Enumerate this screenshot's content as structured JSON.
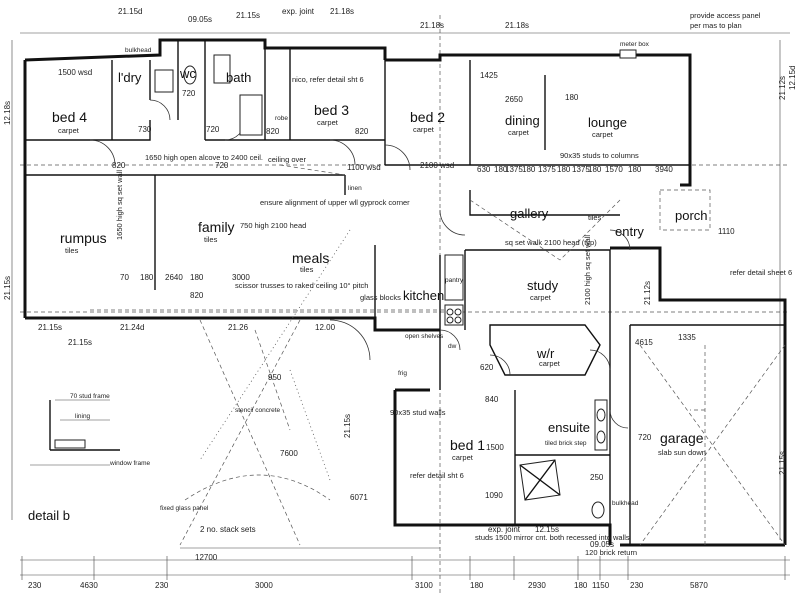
{
  "rooms": {
    "bed4": {
      "name": "bed 4",
      "finish": "carpet"
    },
    "ldry": {
      "name": "l'dry"
    },
    "wc": {
      "name": "wc"
    },
    "bath": {
      "name": "bath"
    },
    "bed3": {
      "name": "bed 3",
      "finish": "carpet"
    },
    "bed2": {
      "name": "bed 2",
      "finish": "carpet"
    },
    "dining": {
      "name": "dining",
      "finish": "carpet"
    },
    "lounge": {
      "name": "lounge",
      "finish": "carpet"
    },
    "rumpus": {
      "name": "rumpus",
      "finish": "tiles"
    },
    "family": {
      "name": "family",
      "finish": "tiles"
    },
    "meals": {
      "name": "meals",
      "finish": "tiles"
    },
    "gallery": {
      "name": "gallery",
      "finish": "tiles"
    },
    "entry": {
      "name": "entry"
    },
    "porch": {
      "name": "porch"
    },
    "kitchen": {
      "name": "kitchen"
    },
    "study": {
      "name": "study",
      "finish": "carpet"
    },
    "wir": {
      "name": "w/r",
      "finish": "carpet"
    },
    "bed1": {
      "name": "bed 1",
      "finish": "carpet"
    },
    "ensuite": {
      "name": "ensuite"
    },
    "garage": {
      "name": "garage",
      "finish": "slab sun down"
    }
  },
  "labels": {
    "detail_b": "detail b",
    "meter_box": "meter box",
    "window_frame": "window frame",
    "stencil_concrete": "stencil concrete",
    "fixed_glass_panel": "fixed glass panel",
    "robe": "robe",
    "linen": "linen",
    "bulkhead": "bulkhead",
    "open_shelves": "open shelves",
    "dw": "dw",
    "frig": "frig",
    "pantry": "pantry",
    "frame_label": "70 stud frame",
    "lining": "lining",
    "bulkhead_ens": "bulkhead",
    "tiled_step": "tiled brick step"
  },
  "notes": {
    "open_alcove": "1650 high open alcove to 2400 ceil.",
    "ceiling_over": "ceiling over",
    "ensure_alignment": "ensure alignment of upper wll gyprock corner",
    "fireplace_high": "1650 high sq set wall",
    "high_2100": "750 high 2100 head",
    "scissor_trusses": "scissor trusses to raked ceiling 10° pitch",
    "studs_columns": "90x35 studs to columns",
    "sq_set_walk": "sq set walk 2100 head (typ)",
    "refer_detail": "refer detail sheet 6",
    "sq_set_wall": "2100 high sq set wall",
    "studs_bfe": "studs 1500 mirror cnt. both recessed into walls",
    "brick_return": "120 brick return",
    "refer_detail_6": "refer detail sht 6",
    "provide_note": "provide access panel",
    "top_right": "per mas to plan",
    "bath_note": "nico, refer detail sht 6",
    "glass_note": "glass blocks",
    "stud_walls": "90x35 stud walls"
  },
  "dims_top": [
    "21.15d",
    "09.05s",
    "21.15s",
    "exp. joint",
    "21.18s",
    "21.18s",
    "21.18s"
  ],
  "dims_bottom": [
    "230",
    "4630",
    "230",
    "3000",
    "3100",
    "180",
    "2930",
    "180",
    "1150",
    "230",
    "5870"
  ],
  "dims_row2": [
    "12700",
    "2 no. stack sets",
    "exp. joint",
    "12.15s",
    "09.05s"
  ],
  "dims_interior": [
    "1500 wsd",
    "720",
    "730",
    "720",
    "820",
    "820",
    "1100 wsd",
    "2100 wsd",
    "1425",
    "2650",
    "180",
    "630",
    "180",
    "1375",
    "180",
    "1375",
    "180",
    "1375",
    "180",
    "1570",
    "180",
    "3940",
    "1110",
    "70",
    "180",
    "2640",
    "180",
    "3000",
    "820",
    "820",
    "720",
    "620",
    "840",
    "1500",
    "1090",
    "6071",
    "1335",
    "4615",
    "720",
    "250",
    "7600",
    "950",
    "21.15s",
    "21.15s",
    "21.24d",
    "21.26",
    "12.00"
  ],
  "side_dims": [
    "12.18s",
    "21.15s",
    "21.12s",
    "21.12s",
    "21.15s",
    "21.15s",
    "12.15d"
  ]
}
